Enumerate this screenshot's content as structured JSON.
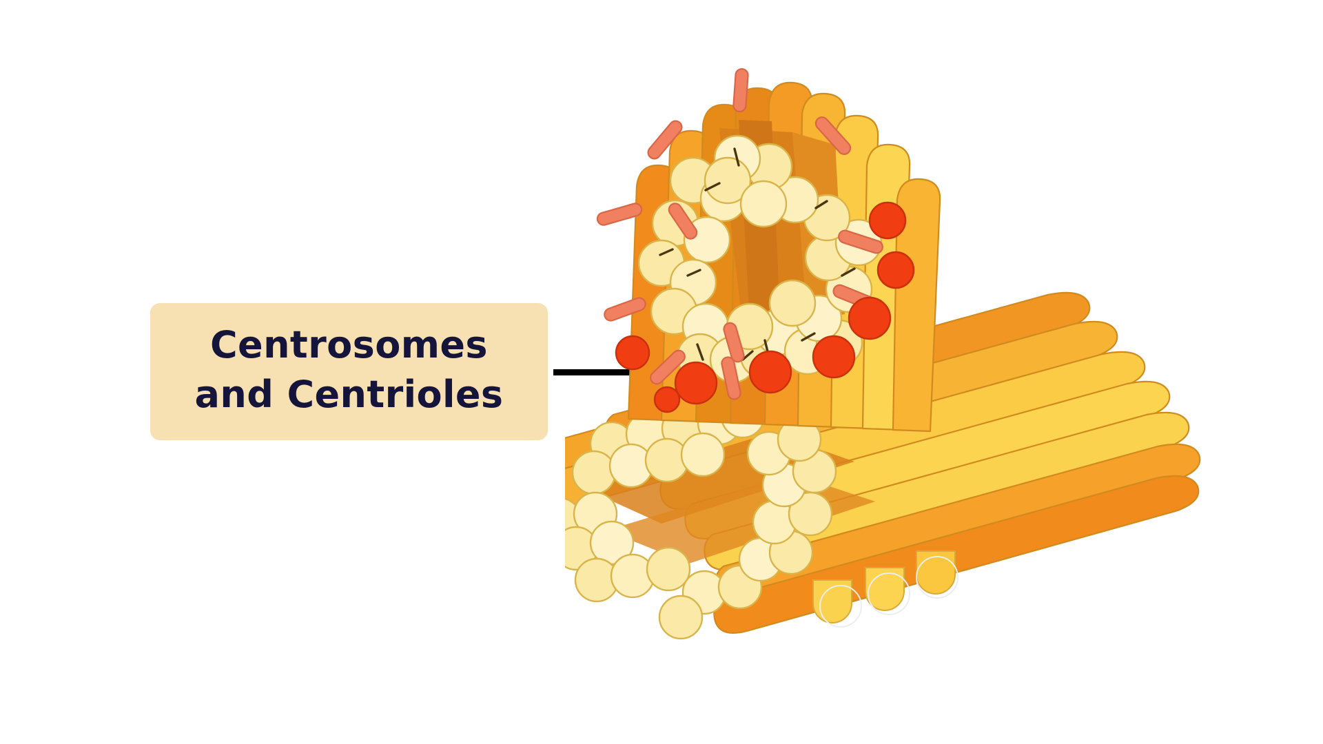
{
  "page": {
    "background_color": "#ffffff",
    "title": "Centrosomes and Centrioles diagram"
  },
  "callout": {
    "line1": "Centrosomes",
    "line2": "and Centrioles",
    "box_color": "#F7E0B1",
    "text_color": "#15143B",
    "leader_line_color": "#000000"
  },
  "illustration": {
    "name": "centriole-pair",
    "description": "Two cylindrical centrioles arranged perpendicular to each other, each built from nine microtubule triplets, shown with pale-yellow tubule end circles, salmon linker rods and red-orange appendage dots",
    "palette": {
      "tube_deep_orange": "#E8821A",
      "tube_orange": "#F29022",
      "tube_gold": "#F9B233",
      "tube_amber": "#FBC73F",
      "tube_yellow": "#FBD24E",
      "tube_light_yellow": "#FDE375",
      "tube_shadow": "#D4791A",
      "bead_fill": "#FBE9A8",
      "bead_fill_light": "#FDF2C8",
      "bead_stroke": "#D9B44A",
      "rod_fill": "#F0805F",
      "rod_stroke": "#D86647",
      "dot_fill": "#F03D12",
      "dot_stroke": "#C9300C",
      "tick_color": "#4A3510",
      "outline": "#D18A1E"
    },
    "parts": [
      {
        "name": "vertical-centriole",
        "orientation": "upright, tilted ~10deg",
        "triplets": 9
      },
      {
        "name": "horizontal-centriole",
        "orientation": "lying, tilted ~ -12deg",
        "triplets": 9
      }
    ],
    "counts": {
      "vertical_end_beads": 26,
      "vertical_rods": 10,
      "vertical_red_dots": 8,
      "horizontal_end_beads": 27
    }
  }
}
